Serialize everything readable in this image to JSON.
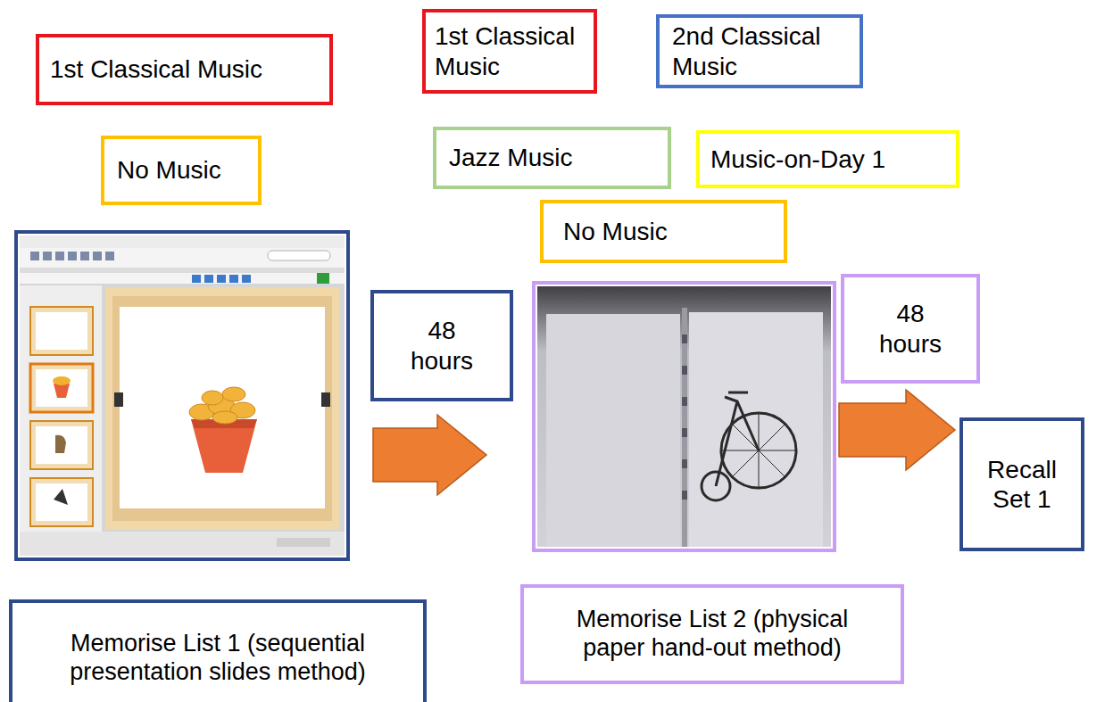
{
  "diagram": {
    "nodes": [
      {
        "text": [
          "1st Classical Music"
        ]
      },
      {
        "text": [
          "1st Classical Music"
        ]
      },
      {
        "text": [
          "2nd Classical Music"
        ]
      },
      {
        "text": [
          "Jazz Music"
        ]
      },
      {
        "text": [
          "Music-on-Day 1"
        ]
      },
      {
        "text": [
          "No Music"
        ]
      },
      {
        "text": [
          "No Music"
        ]
      },
      {
        "text": [
          "48 hours"
        ]
      },
      {
        "text": [
          "48 hours"
        ]
      },
      {
        "text": [
          "Recall Set 1"
        ]
      },
      {
        "text": [
          "Memorise List 1 (sequential presentation slides method)"
        ]
      },
      {
        "text": [
          "Memorise List 2 (physical paper hand-out method)"
        ]
      }
    ]
  }
}
